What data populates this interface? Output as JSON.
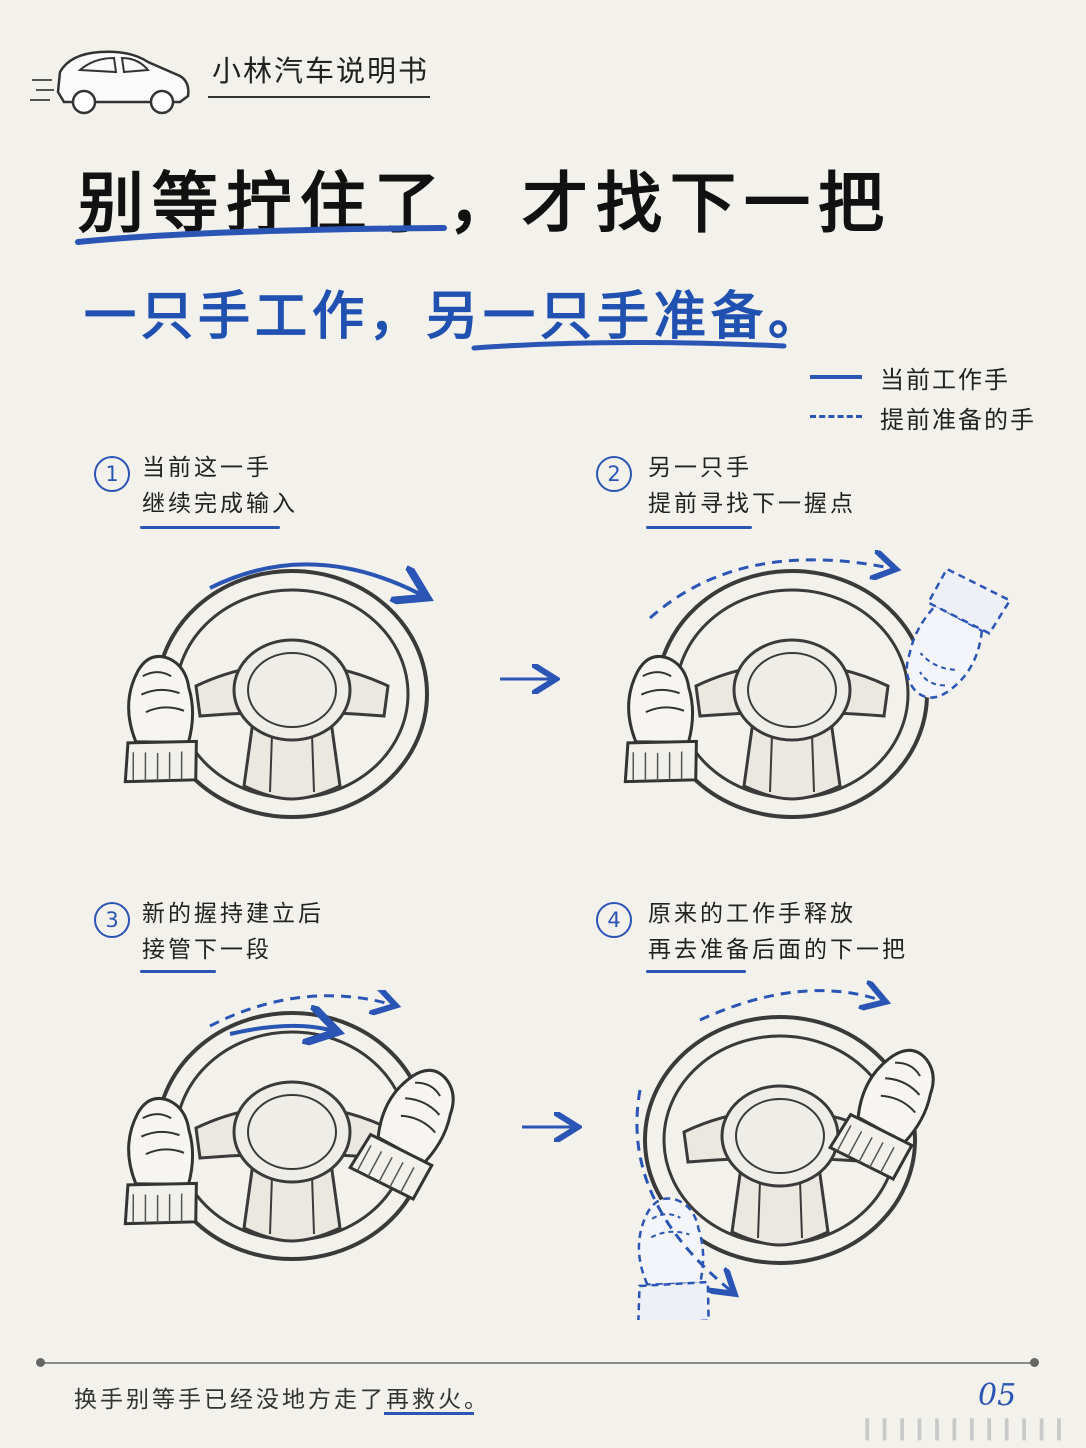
{
  "brand": {
    "title": "小林汽车说明书",
    "icon": "car-icon"
  },
  "headline": "别等拧住了，才找下一把",
  "subhead": "一只手工作，另一只手准备。",
  "legend": {
    "solid_label": "当前工作手",
    "dashed_label": "提前准备的手"
  },
  "steps": [
    {
      "number": "1",
      "line1": "当前这一手",
      "line2": "继续完成输入"
    },
    {
      "number": "2",
      "line1": "另一只手",
      "line2": "提前寻找下一握点"
    },
    {
      "number": "3",
      "line1": "新的握持建立后",
      "line2": "接管下一段"
    },
    {
      "number": "4",
      "line1": "原来的工作手释放",
      "line2": "再去准备后面的下一把"
    }
  ],
  "footer": {
    "text": "换手别等手已经没地方走了再救火。",
    "page_number": "05",
    "watermark": "❙❙❙❙❙❙❙❙❙❙❙❙"
  },
  "colors": {
    "accent": "#2a55b5",
    "background": "#f3f1ec",
    "ink": "#1f1f1f"
  }
}
